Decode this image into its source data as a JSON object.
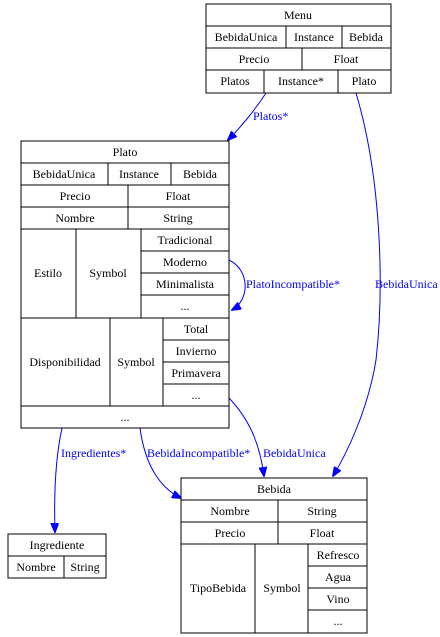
{
  "nodes": {
    "menu": {
      "title": "Menu",
      "bebida_unica": "BebidaUnica",
      "bebida_unica_kind": "Instance",
      "bebida_unica_type": "Bebida",
      "precio": "Precio",
      "precio_type": "Float",
      "platos": "Platos",
      "platos_kind": "Instance*",
      "platos_type": "Plato"
    },
    "plato": {
      "title": "Plato",
      "bebida_unica": "BebidaUnica",
      "bebida_unica_kind": "Instance",
      "bebida_unica_type": "Bebida",
      "precio": "Precio",
      "precio_type": "Float",
      "nombre": "Nombre",
      "nombre_type": "String",
      "estilo": "Estilo",
      "estilo_type": "Symbol",
      "estilo_values": [
        "Tradicional",
        "Moderno",
        "Minimalista",
        "..."
      ],
      "disponibilidad": "Disponibilidad",
      "disponibilidad_type": "Symbol",
      "disponibilidad_values": [
        "Total",
        "Invierno",
        "Primavera",
        "..."
      ],
      "more": "..."
    },
    "bebida": {
      "title": "Bebida",
      "nombre": "Nombre",
      "nombre_type": "String",
      "precio": "Precio",
      "precio_type": "Float",
      "tipo": "TipoBebida",
      "tipo_type": "Symbol",
      "tipo_values": [
        "Refresco",
        "Agua",
        "Vino",
        "..."
      ]
    },
    "ingrediente": {
      "title": "Ingrediente",
      "nombre": "Nombre",
      "nombre_type": "String"
    }
  },
  "edges": {
    "platos": "Platos*",
    "bebida_unica_menu": "BebidaUnica",
    "plato_incompatible": "PlatoIncompatible*",
    "ingredientes": "Ingredientes*",
    "bebida_incompatible": "BebidaIncompatible*",
    "bebida_unica_plato": "BebidaUnica"
  },
  "colors": {
    "edge": "#0000ff",
    "border": "#000000"
  }
}
